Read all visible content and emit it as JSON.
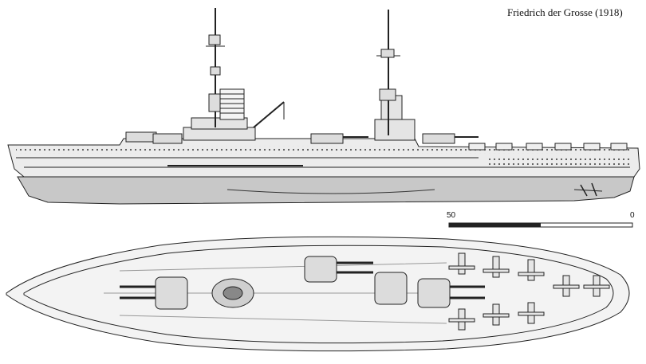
{
  "caption": "Friedrich der Grosse (1918)",
  "scale_bar": {
    "label_start": "0",
    "label_mid": "50"
  }
}
